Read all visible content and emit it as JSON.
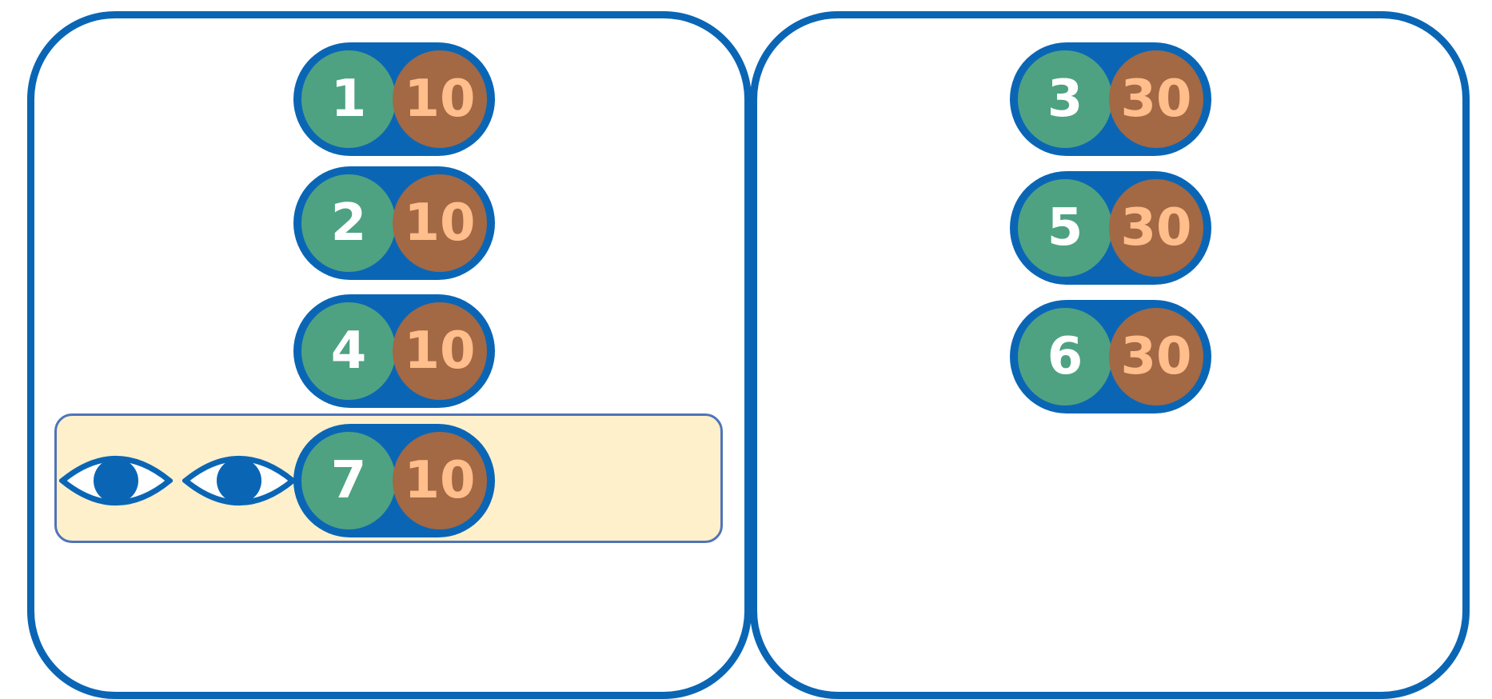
{
  "colors": {
    "frame": "#0a66b5",
    "highlight_fill": "#fff0cc",
    "highlight_border": "#4f74b8",
    "id_circle": "#4ea282",
    "value_circle": "#a36844",
    "value_text": "#ffbe8b"
  },
  "left_panel": {
    "items": [
      {
        "id": "1",
        "value": "10"
      },
      {
        "id": "2",
        "value": "10"
      },
      {
        "id": "4",
        "value": "10"
      },
      {
        "id": "7",
        "value": "10"
      }
    ],
    "highlight_icons": [
      "eye-icon",
      "eye-icon"
    ]
  },
  "right_panel": {
    "items": [
      {
        "id": "3",
        "value": "30"
      },
      {
        "id": "5",
        "value": "30"
      },
      {
        "id": "6",
        "value": "30"
      }
    ]
  }
}
